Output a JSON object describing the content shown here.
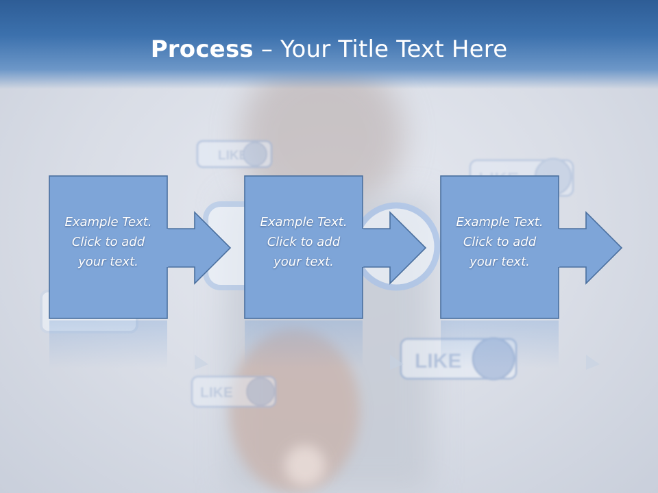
{
  "title": {
    "bold": "Process",
    "rest": " – Your Title Text Here"
  },
  "steps": [
    {
      "line1": "Example Text.",
      "line2": "Click  to add",
      "line3": "your text."
    },
    {
      "line1": "Example Text.",
      "line2": "Click  to add",
      "line3": "your text."
    },
    {
      "line1": "Example Text.",
      "line2": "Click  to add",
      "line3": "your text."
    }
  ],
  "like_badges": [
    {
      "label": "LIKE"
    },
    {
      "label": "LIKE"
    },
    {
      "label": "LIKE"
    },
    {
      "label": "LIKE"
    }
  ],
  "colors": {
    "header": "#3c71ad",
    "box_fill": "#7ea5d8",
    "box_border": "#4a6f9e",
    "text": "#ffffff"
  }
}
